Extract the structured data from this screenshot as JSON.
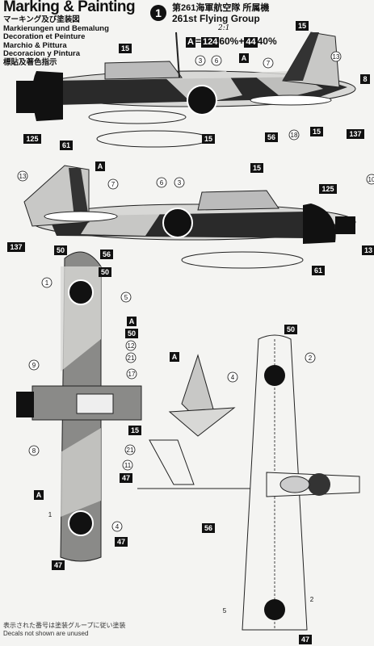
{
  "header": {
    "title": "Marking & Painting",
    "languages": [
      "マーキング及び塗装図",
      "Markierungen und Bemalung",
      "Decoration et Peinture",
      "Marchio & Pittura",
      "Decoracion y Pintura",
      "標貼及著色指示"
    ]
  },
  "scheme": {
    "number": "1",
    "unit_jp": "第261海軍航空隊 所属機",
    "unit_en": "261st Flying Group",
    "handwritten": "2:1",
    "mix_label": "A",
    "mix_formula_1": "124",
    "mix_pct_1": "60%",
    "mix_plus": "+",
    "mix_formula_2": "44",
    "mix_pct_2": "40%"
  },
  "callouts": {
    "side1": [
      "15",
      "A",
      "3",
      "6",
      "7",
      "13",
      "15",
      "8",
      "125",
      "61",
      "15",
      "56",
      "18",
      "15",
      "137"
    ],
    "side2": [
      "13",
      "A",
      "7",
      "6",
      "3",
      "15",
      "125",
      "10",
      "137",
      "56",
      "61",
      "13"
    ],
    "top": [
      "50",
      "50",
      "1",
      "5",
      "A",
      "50",
      "12",
      "21",
      "9",
      "17",
      "15",
      "8",
      "21",
      "11",
      "47",
      "A",
      "4",
      "47",
      "47",
      "1"
    ],
    "tail": [
      "A",
      "50",
      "2",
      "4",
      "56",
      "2",
      "5",
      "47"
    ]
  },
  "footer": [
    "表示された番号は塗装グループに従い塗装",
    "Decals not shown are unused"
  ],
  "colors": {
    "dark": "#1c1c1c",
    "light": "#d8d8d6",
    "mid": "#8a8a88"
  }
}
